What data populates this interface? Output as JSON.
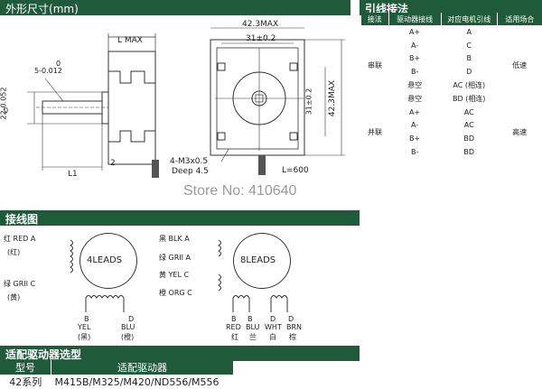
{
  "dimension_section": {
    "title": "外形尺寸",
    "unit": "(mm)",
    "side_view": {
      "length_label": "L MAX",
      "shaft_label_top": "0",
      "shaft_label_dia": "5-0.012",
      "flange_label_top": "0",
      "flange_label_dia": "22-0.052",
      "l1_label": "L1",
      "dim_2": "2"
    },
    "front_view": {
      "width_max": "42.3MAX",
      "hole_spacing": "31±0.2",
      "hole_spacing_v": "31±0.2",
      "height_max": "42.3MAX",
      "screw_label": "4-M3x0.5",
      "depth_label": "Deep 4.5",
      "lead_length": "L=600"
    }
  },
  "wiring_table": {
    "title": "引线接法",
    "headers": [
      "接法",
      "驱动器接线",
      "对应电机引线",
      "适用场合"
    ],
    "groups": [
      {
        "mode": "串联",
        "use": "低速",
        "rows": [
          {
            "driver": "A+",
            "motor": "A"
          },
          {
            "driver": "A-",
            "motor": "C"
          },
          {
            "driver": "B+",
            "motor": "B"
          },
          {
            "driver": "B-",
            "motor": "D"
          },
          {
            "driver": "悬空",
            "motor": "AC (相连)"
          },
          {
            "driver": "悬空",
            "motor": "BD (相连)"
          }
        ]
      },
      {
        "mode": "并联",
        "use": "高速",
        "rows": [
          {
            "driver": "A+",
            "motor": "AC"
          },
          {
            "driver": "A-",
            "motor": "AC"
          },
          {
            "driver": "B+",
            "motor": "BD"
          },
          {
            "driver": "B-",
            "motor": "BD"
          }
        ]
      }
    ]
  },
  "watermark": "Store No: 410640",
  "connection_section": {
    "title": "接线图",
    "four_leads": {
      "circle_label": "4LEADS",
      "left_top": "红 RED  A",
      "left_top2": "(红)",
      "left_bot": "绿 GRII  C",
      "left_bot2": "(黄)",
      "bottom_b_letter": "B",
      "bottom_b_color": "YEL",
      "bottom_b_cn": "(黑)",
      "bottom_d_letter": "D",
      "bottom_d_color": "BLU",
      "bottom_d_cn": "(橙)"
    },
    "eight_leads": {
      "circle_label": "8LEADS",
      "left_1": "黑 BLK  A",
      "left_2": "绿 GRII  A",
      "left_3": "黄 YEL  C",
      "left_4": "橙 ORG  C",
      "bottom_letters": [
        "B",
        "B",
        "D",
        "D"
      ],
      "bottom_colors": [
        "RED",
        "BLU",
        "WHT",
        "BRN"
      ],
      "bottom_cn": [
        "红",
        "兰",
        "白",
        "棕"
      ]
    }
  },
  "driver_section": {
    "title": "适配驱动器选型",
    "headers": [
      "型号",
      "适配驱动器"
    ],
    "rows": [
      {
        "model": "42系列",
        "drivers": "M415B/M325/M420/ND556/M556"
      }
    ]
  }
}
